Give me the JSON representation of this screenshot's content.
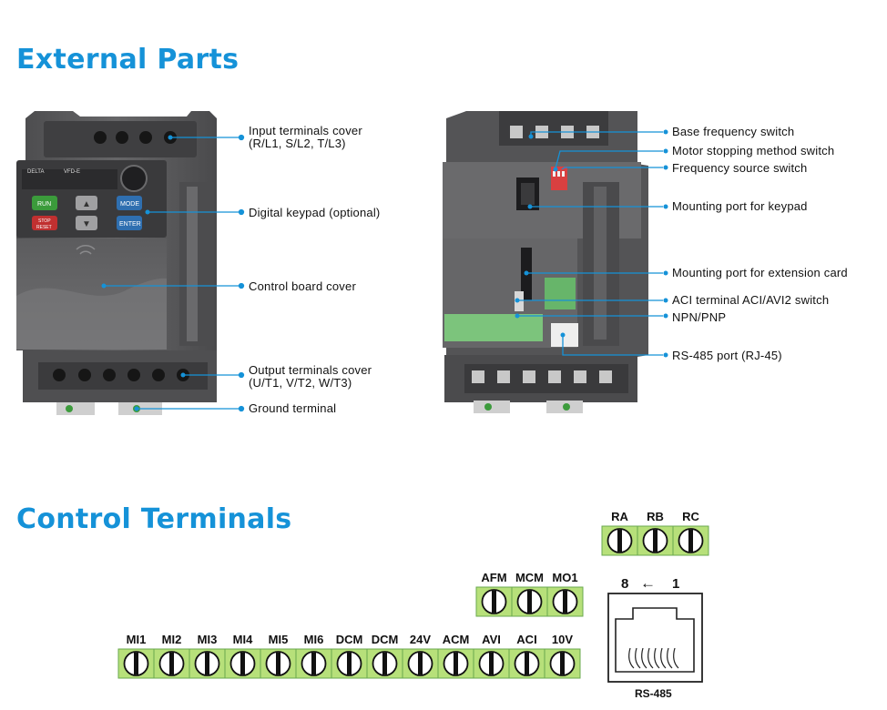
{
  "section_external": {
    "title": "External Parts"
  },
  "section_control": {
    "title": "Control Terminals"
  },
  "front_view": {
    "callouts": [
      {
        "line1": "Input terminals cover",
        "line2": "(R/L1, S/L2, T/L3)"
      },
      {
        "line1": "Digital keypad (optional)"
      },
      {
        "line1": "Control board cover"
      },
      {
        "line1": "Output terminals cover",
        "line2": "(U/T1, V/T2, W/T3)"
      },
      {
        "line1": "Ground terminal"
      }
    ],
    "keypad": {
      "brand": "DELTA",
      "model": "VFD-E",
      "run": "RUN",
      "stop": "STOP",
      "reset": "RESET",
      "mode": "MODE",
      "enter": "ENTER",
      "up": "▲",
      "down": "▼"
    }
  },
  "back_view": {
    "callouts": [
      "Base frequency switch",
      "Motor stopping method switch",
      "Frequency source switch",
      "Mounting port for keypad",
      "Mounting port for extension card",
      "ACI terminal ACI/AVI2 switch",
      "NPN/PNP",
      "RS-485 port (RJ-45)"
    ]
  },
  "terminals": {
    "relay": [
      "RA",
      "RB",
      "RC"
    ],
    "output": [
      "AFM",
      "MCM",
      "MO1"
    ],
    "inputs": [
      "MI1",
      "MI2",
      "MI3",
      "MI4",
      "MI5",
      "MI6",
      "DCM",
      "DCM",
      "24V",
      "ACM",
      "AVI",
      "ACI",
      "10V"
    ]
  },
  "rj45": {
    "pin_high": "8",
    "arrow": "←",
    "pin_low": "1",
    "label": "RS-485"
  },
  "colors": {
    "heading": "#1592d8",
    "leader": "#1592d8",
    "terminal_fill": "#b7e07a",
    "terminal_border": "#6aa84f",
    "device_body": "#5a5a5c"
  }
}
